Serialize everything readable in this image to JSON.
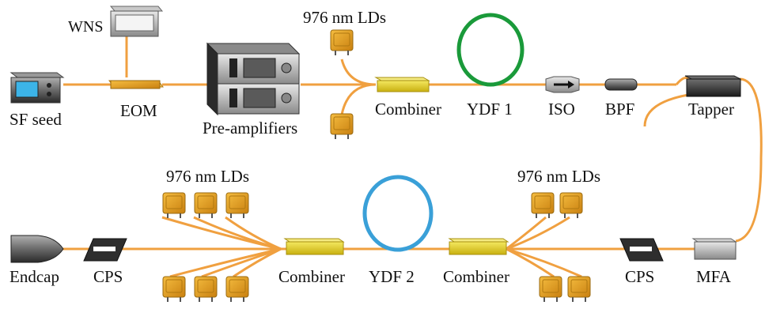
{
  "labels": {
    "wns": "WNS",
    "sf_seed": "SF seed",
    "eom": "EOM",
    "pre_amplifiers": "Pre-amplifiers",
    "lds_top": "976 nm LDs",
    "combiner_top": "Combiner",
    "ydf1": "YDF 1",
    "iso": "ISO",
    "bpf": "BPF",
    "tapper": "Tapper",
    "lds_bottom_left": "976 nm LDs",
    "lds_bottom_right": "976 nm LDs",
    "endcap": "Endcap",
    "cps_left": "CPS",
    "combiner_bottom_left": "Combiner",
    "ydf2": "YDF 2",
    "combiner_bottom_right": "Combiner",
    "cps_right": "CPS",
    "mfa": "MFA"
  },
  "colors": {
    "fiber": "#f0a040",
    "ld_body": "#e8a020",
    "combiner": "#e8d020",
    "ydf1_coil": "#1a9a3a",
    "ydf2_coil": "#3aa0d8",
    "device_gray": "#4a4a4a",
    "endcap_gray": "#6a6a6a"
  }
}
